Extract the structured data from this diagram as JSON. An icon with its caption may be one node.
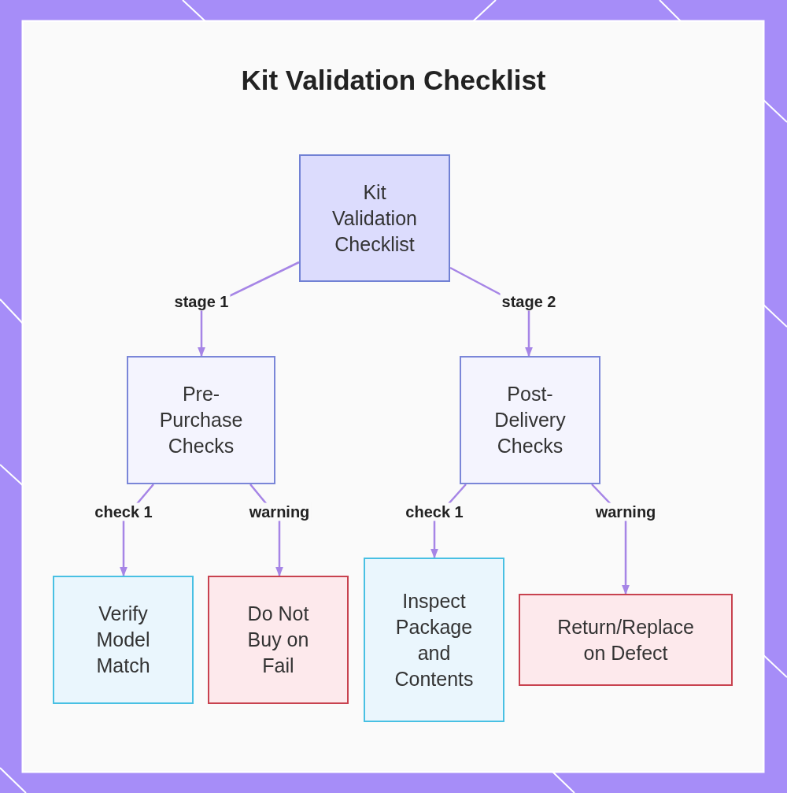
{
  "diagram": {
    "title": "Kit Validation Checklist",
    "nodes": [
      {
        "text": [
          "Kit Validation Checklist"
        ]
      },
      {
        "text": [
          "Pre-Purchase Checks"
        ]
      },
      {
        "text": [
          "Post-Delivery Checks"
        ]
      },
      {
        "text": [
          "Verify Model Match"
        ]
      },
      {
        "text": [
          "Do Not Buy on Fail"
        ]
      },
      {
        "text": [
          "Inspect Package and Contents"
        ]
      },
      {
        "text": [
          "Return/Replace on Defect"
        ]
      }
    ],
    "edges": [
      {
        "from": 0,
        "to": 1,
        "arrow": "to",
        "label": "stage 1"
      },
      {
        "from": 0,
        "to": 2,
        "arrow": "to",
        "label": "stage 2"
      },
      {
        "from": 1,
        "to": 3,
        "arrow": "to",
        "label": "check 1"
      },
      {
        "from": 1,
        "to": 4,
        "arrow": "to",
        "label": "warning"
      },
      {
        "from": 2,
        "to": 5,
        "arrow": "to",
        "label": "check 1"
      },
      {
        "from": 2,
        "to": 6,
        "arrow": "to",
        "label": "warning"
      }
    ]
  }
}
